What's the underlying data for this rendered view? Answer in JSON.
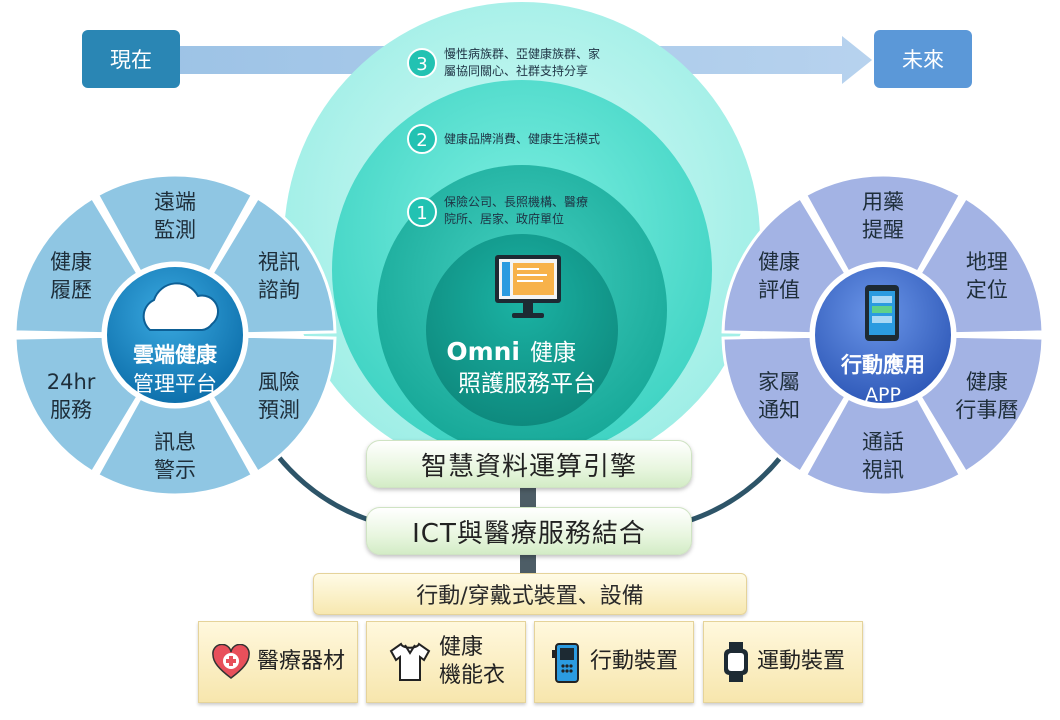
{
  "timeline": {
    "left": "現在",
    "right": "未來"
  },
  "layers": [
    {
      "num": "3",
      "lines": [
        "慢性病族群、亞健康族群、家",
        "屬協同關心、社群支持分享"
      ]
    },
    {
      "num": "2",
      "lines": [
        "健康品牌消費、健康生活模式"
      ]
    },
    {
      "num": "1",
      "lines": [
        "保險公司、長照機構、醫療",
        "院所、居家、政府單位"
      ]
    }
  ],
  "core": {
    "brand": "Omni",
    "brand_suffix": "健康",
    "subtitle": "照護服務平台"
  },
  "cloud": {
    "title": "雲端健康",
    "subtitle": "管理平台",
    "segments": [
      [
        "遠端",
        "監測"
      ],
      [
        "視訊",
        "諮詢"
      ],
      [
        "風險",
        "預測"
      ],
      [
        "訊息",
        "警示"
      ],
      [
        "24hr",
        "服務"
      ],
      [
        "健康",
        "履歷"
      ]
    ]
  },
  "app": {
    "title": "行動應用",
    "subtitle": "APP",
    "segments": [
      [
        "用藥",
        "提醒"
      ],
      [
        "地理",
        "定位"
      ],
      [
        "健康",
        "行事曆"
      ],
      [
        "通話",
        "視訊"
      ],
      [
        "家屬",
        "通知"
      ],
      [
        "健康",
        "評值"
      ]
    ]
  },
  "engine": "智慧資料運算引擎",
  "integration": "ICT與醫療服務結合",
  "devices_bar": "行動/穿戴式裝置、設備",
  "devices": [
    {
      "icon": "heart-medical-icon",
      "label": "醫療器材"
    },
    {
      "icon": "shirt-icon",
      "label": "健康\n機能衣"
    },
    {
      "icon": "mobile-phone-icon",
      "label": "行動裝置"
    },
    {
      "icon": "smartwatch-icon",
      "label": "運動裝置"
    }
  ],
  "colors": {
    "arrow": "#a9c8e8",
    "now_box": "#2a86b4",
    "future_box": "#5b98d8",
    "cloud_ring": "#8fc6e3",
    "cloud_center": "#1a8fcf",
    "app_ring": "#9fb0e2",
    "app_center": "#3f6fd0",
    "outer_circle": "#a8f2ea",
    "mid_circle": "#58dfd0",
    "inner_circle": "#1cb8a8"
  }
}
